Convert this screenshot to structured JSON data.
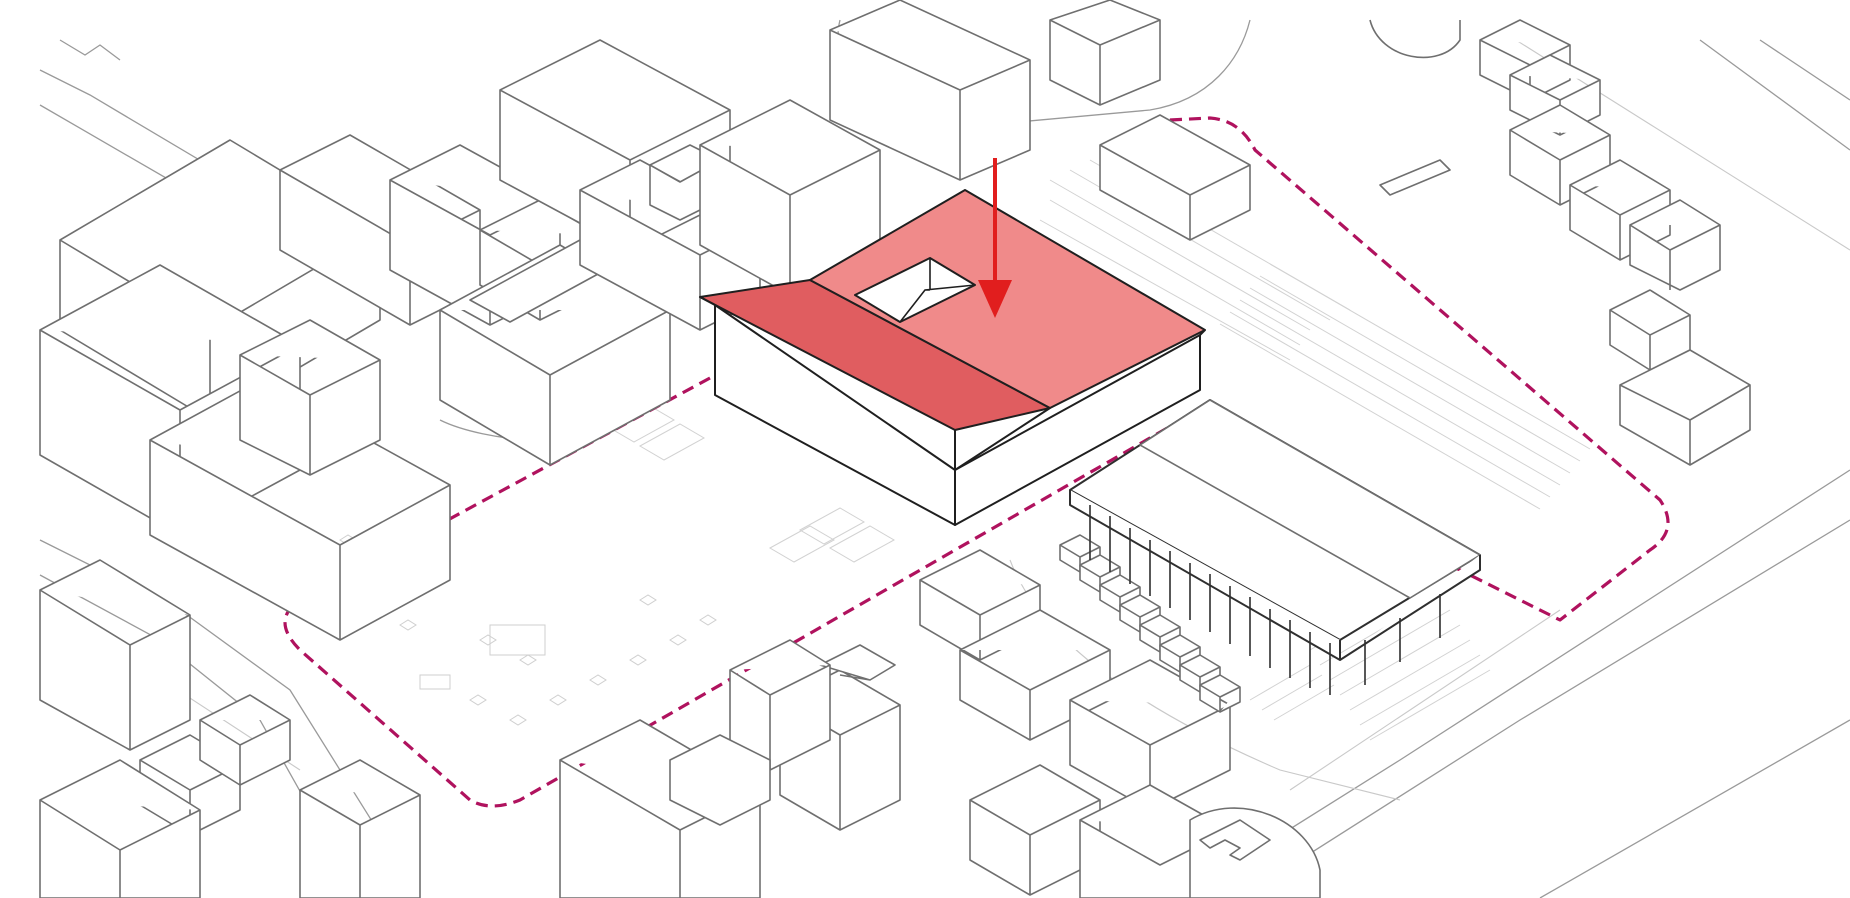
{
  "diagram": {
    "colors": {
      "highlight_roof_light": "#f08a8a",
      "highlight_roof_dark": "#e05d60",
      "arrow": "#e11e1e",
      "site_boundary": "#b0125e",
      "building_stroke": "#6f6f6f",
      "road_stroke": "#9a9a9a"
    },
    "elements": {
      "highlighted_building": "proposed-building",
      "indicator": "down-arrow-icon",
      "site": "site-boundary-dashed",
      "shed": "market-hall-canopy"
    }
  }
}
